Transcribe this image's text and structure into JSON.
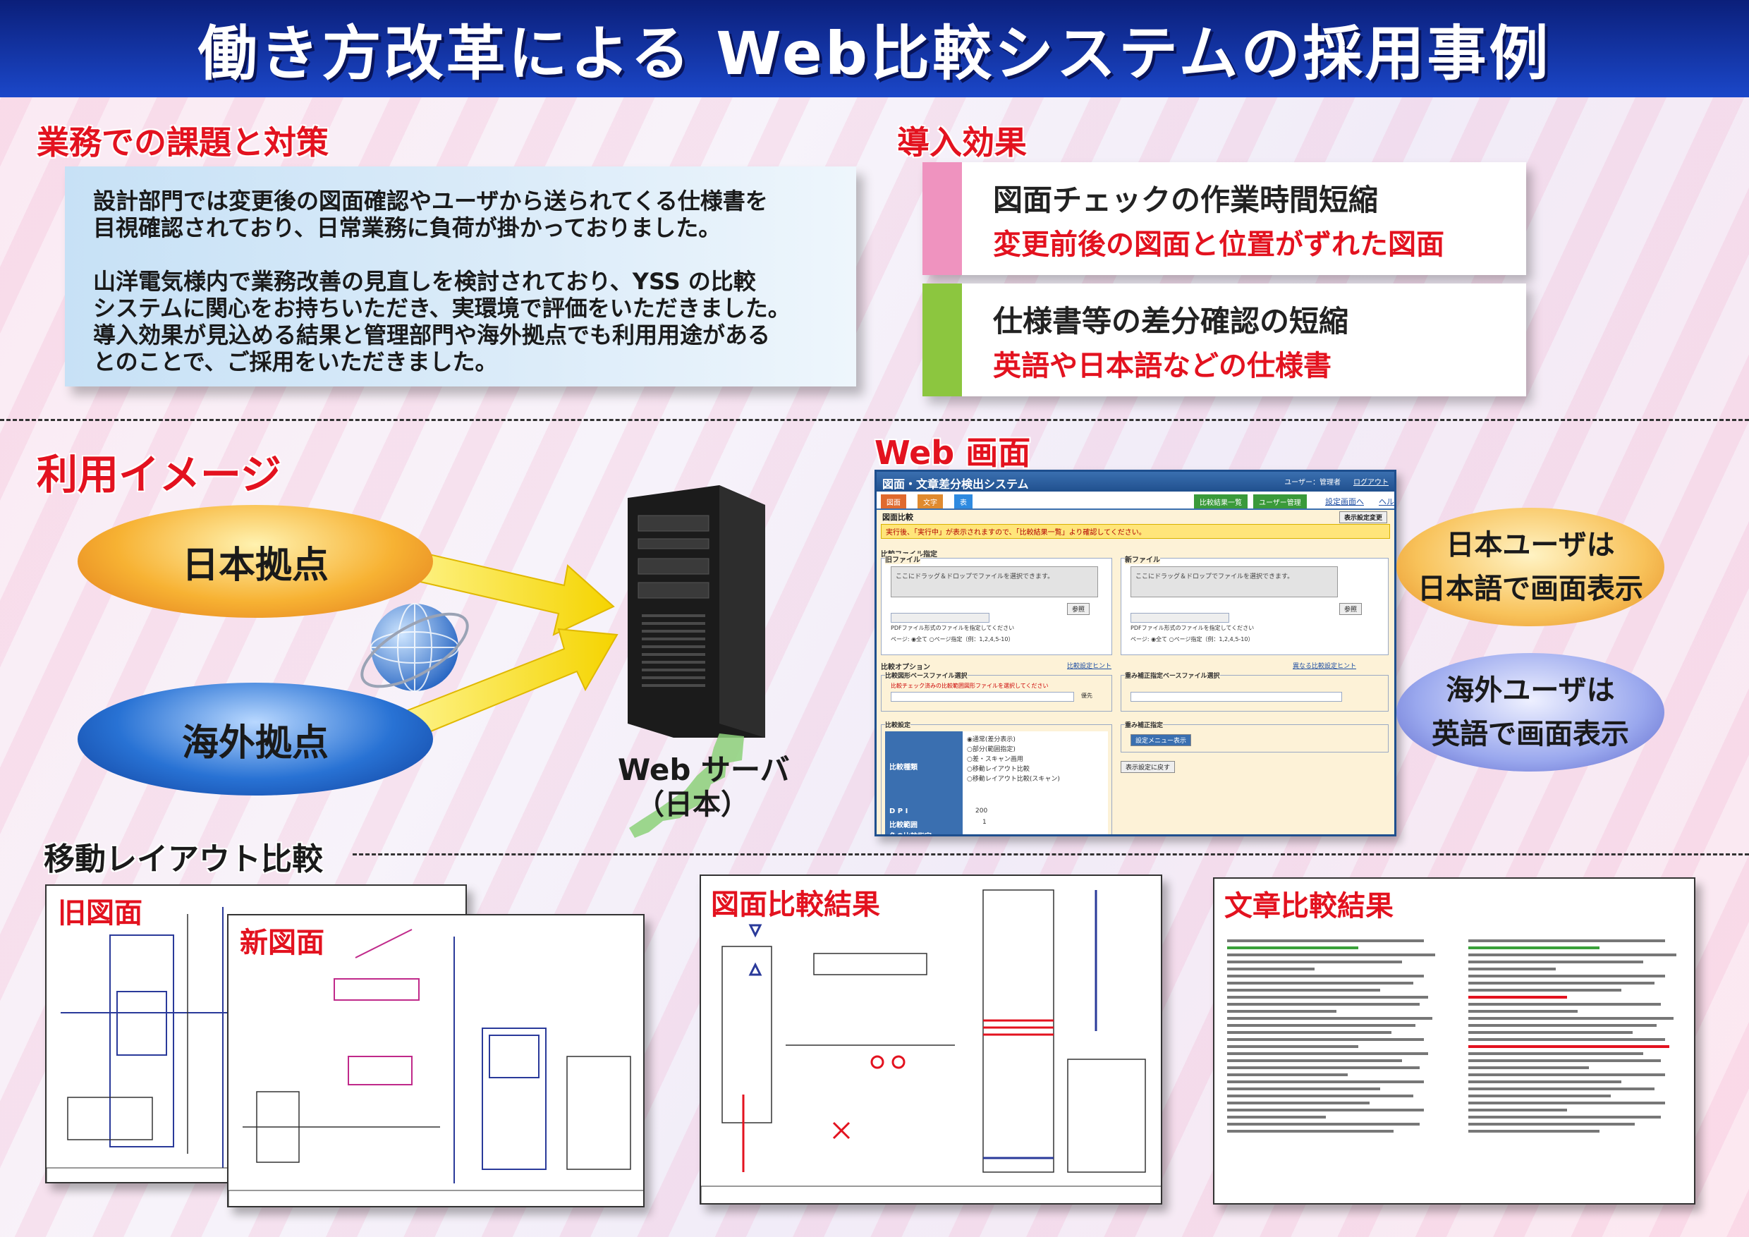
{
  "title": "働き方改革による Web比較システムの採用事例",
  "sections": {
    "issues": "業務での課題と対策",
    "effects": "導入効果",
    "usage": "利用イメージ",
    "web": "Web 画面",
    "moving": "移動レイアウト比較"
  },
  "issue_text": {
    "p1_l1": "設計部門では変更後の図面確認やユーザから送られてくる仕様書を",
    "p1_l2": "目視確認されており、日常業務に負荷が掛かっておりました。",
    "p2_l1": "山洋電気様内で業務改善の見直しを検討されており、YSS の比較",
    "p2_l2": "システムに関心をお持ちいただき、実環境で評価をいただきました。",
    "p2_l3": "導入効果が見込める結果と管理部門や海外拠点でも利用用途がある",
    "p2_l4": "とのことで、ご採用をいただきました。"
  },
  "effects": [
    {
      "title": "図面チェックの作業時間短縮",
      "sub": "変更前後の図面と位置がずれた図面",
      "color": "#ef93bf"
    },
    {
      "title": "仕様書等の差分確認の短縮",
      "sub": "英語や日本語などの仕様書",
      "color": "#8cc63f"
    }
  ],
  "usage": {
    "japan_site": "日本拠点",
    "overseas_site": "海外拠点",
    "server_label_1": "Web サーバ",
    "server_label_2": "（日本）"
  },
  "users": {
    "jp_l1": "日本ユーザは",
    "jp_l2": "日本語で画面表示",
    "en_l1": "海外ユーザは",
    "en_l2": "英語で画面表示"
  },
  "web_screen": {
    "app_title": "図面・文章差分検出システム",
    "user": "ユーザー：管理者",
    "logout": "ログアウト",
    "tab1": "図面",
    "tab2": "文字",
    "tab3": "表",
    "tab4": "比較結果一覧",
    "tab5": "ユーザー管理",
    "link1": "設定画面へ",
    "link2": "ヘル",
    "sub": "図面比較",
    "btn_settings": "表示設定変更",
    "warn": "実行後、「実行中」が表示されますので、「比較結果一覧」より確認してください。",
    "file_spec": "比較ファイル指定",
    "old_file": "旧ファイル",
    "new_file": "新ファイル",
    "drop_text": "ここにドラッグ＆ドロップでファイルを選択できます。",
    "browse": "参照",
    "file_hint": "PDFファイル形式のファイルを指定してください",
    "page_opt": "ページ: ◉全て ○ページ指定（例：1,2,4,5-10）",
    "compare_opt": "比較オプション",
    "compare_opt_link": "比較設定ヒント",
    "move_link": "異なる比較設定ヒント",
    "base_file": "比較図形ベースファイル選択",
    "base_hint": "比較チェック済みの比較範囲図形ファイルを選択してください",
    "ref_label": "優先",
    "align_file": "重み補正指定ベースファイル選択",
    "compare_setting": "比較設定",
    "compare_kind": "比較種類",
    "kind1": "◉通常(差分表示)",
    "kind2": "○部分(範囲指定)",
    "kind3": "○差・スキャン画用",
    "kind4": "○移動レイアウト比較",
    "kind5": "○移動レイアウト比較(スキャン)",
    "dpi": "D P I",
    "dpi_val": "200",
    "range": "比較範囲",
    "range_val": "1",
    "color": "色の比較指定",
    "align_setting": "重み補正指定",
    "align_btn": "設定メニュー表示",
    "reset_btn": "表示設定に戻す"
  },
  "drawings": {
    "old": "旧図面",
    "new": "新図面",
    "drawing_result": "図面比較結果",
    "text_result": "文章比較結果"
  },
  "colors": {
    "red": "#e3121f",
    "navy": "#0b1f7a",
    "pink": "#ef93bf",
    "green": "#8cc63f"
  }
}
